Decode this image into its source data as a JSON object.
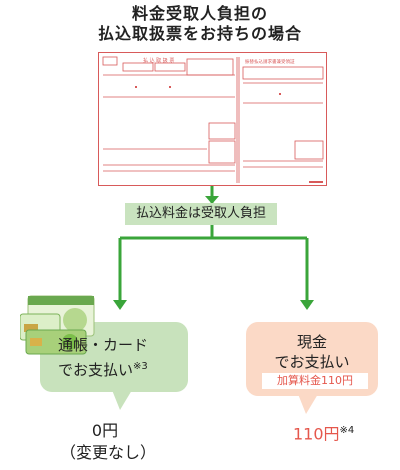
{
  "title": {
    "line1": "料金受取人負担の",
    "line2": "払込取扱票をお持ちの場合"
  },
  "badge": "払込料金は受取人負担",
  "left": {
    "line1": "通帳・カード",
    "line2": "でお支払い",
    "note": "※3",
    "result_amount": "0円",
    "result_note": "（変更なし）"
  },
  "right": {
    "line1": "現金",
    "line2": "でお支払い",
    "fee": "加算料金110円",
    "result_amount": "110円",
    "result_note": "※4"
  },
  "form_texts": {
    "header": "払 込 取 扱 票",
    "receipt": "振替払込請求書兼受領証"
  },
  "colors": {
    "green_light": "#c8e2bc",
    "green_arrow": "#3aa53a",
    "orange_light": "#fbd9c6",
    "red_text": "#e5574c",
    "form_red": "#d85a5a"
  }
}
